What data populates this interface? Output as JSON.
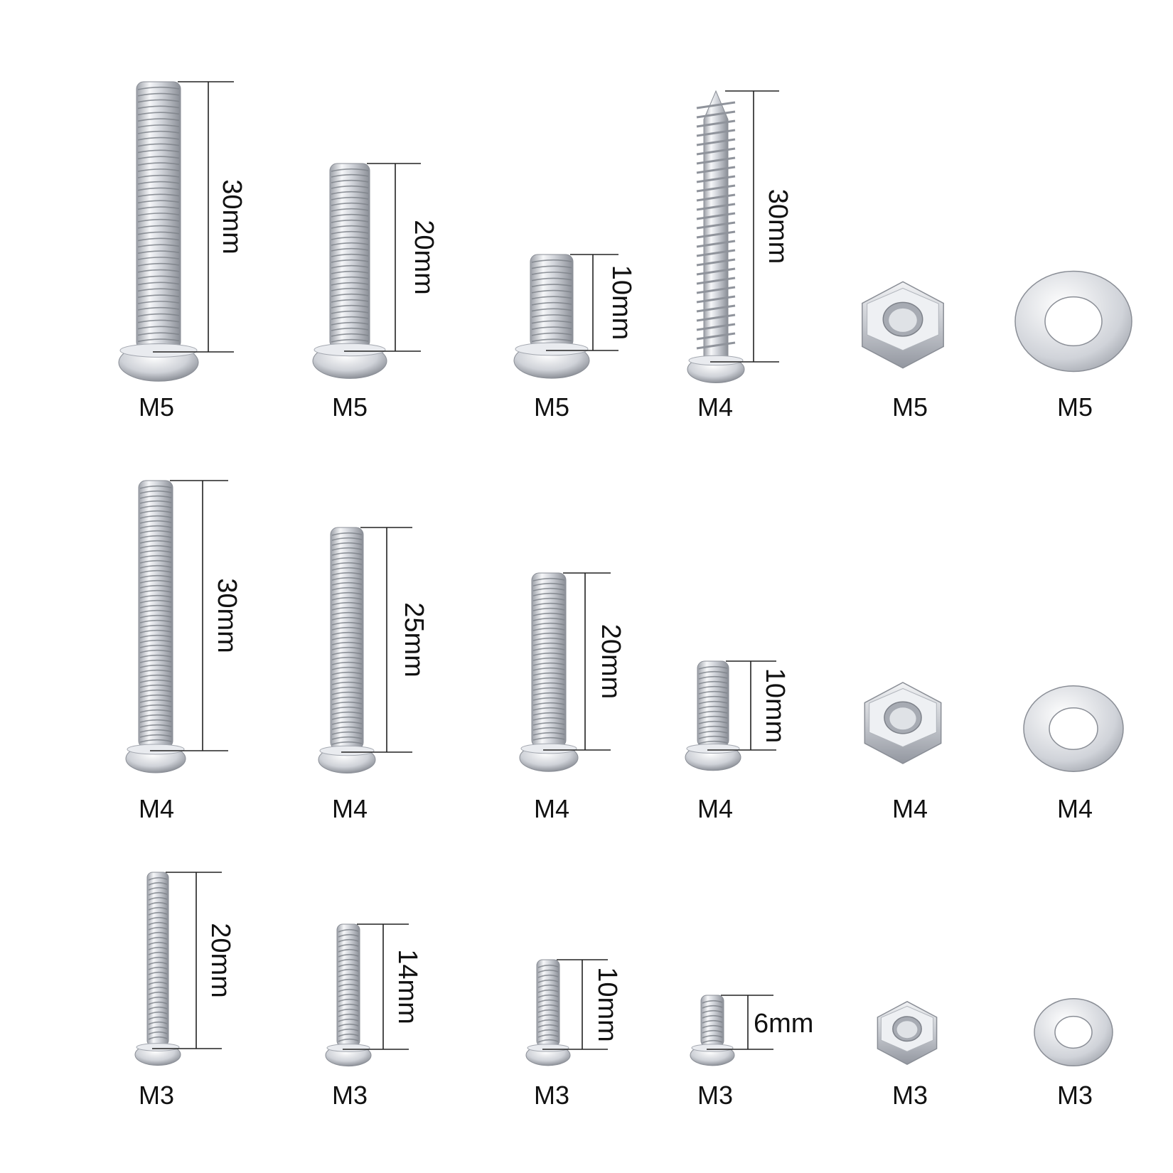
{
  "catalog": {
    "rows": [
      {
        "items": [
          {
            "kind": "bolt",
            "size": "M5",
            "length": "30mm"
          },
          {
            "kind": "bolt",
            "size": "M5",
            "length": "20mm"
          },
          {
            "kind": "bolt",
            "size": "M5",
            "length": "10mm"
          },
          {
            "kind": "wood-screw",
            "size": "M4",
            "length": "30mm"
          },
          {
            "kind": "nut",
            "size": "M5"
          },
          {
            "kind": "washer",
            "size": "M5"
          }
        ]
      },
      {
        "items": [
          {
            "kind": "bolt",
            "size": "M4",
            "length": "30mm"
          },
          {
            "kind": "bolt",
            "size": "M4",
            "length": "25mm"
          },
          {
            "kind": "bolt",
            "size": "M4",
            "length": "20mm"
          },
          {
            "kind": "bolt",
            "size": "M4",
            "length": "10mm"
          },
          {
            "kind": "nut",
            "size": "M4"
          },
          {
            "kind": "washer",
            "size": "M4"
          }
        ]
      },
      {
        "items": [
          {
            "kind": "bolt",
            "size": "M3",
            "length": "20mm"
          },
          {
            "kind": "bolt",
            "size": "M3",
            "length": "14mm"
          },
          {
            "kind": "bolt",
            "size": "M3",
            "length": "10mm"
          },
          {
            "kind": "bolt",
            "size": "M3",
            "length": "6mm"
          },
          {
            "kind": "nut",
            "size": "M3"
          },
          {
            "kind": "washer",
            "size": "M3"
          }
        ]
      }
    ]
  },
  "colors": {
    "background": "#ffffff",
    "metal_light": "#f4f5f7",
    "metal_mid": "#c9ccd2",
    "metal_dark": "#8d9199",
    "thread_line": "#7e828a",
    "text": "#111111"
  }
}
